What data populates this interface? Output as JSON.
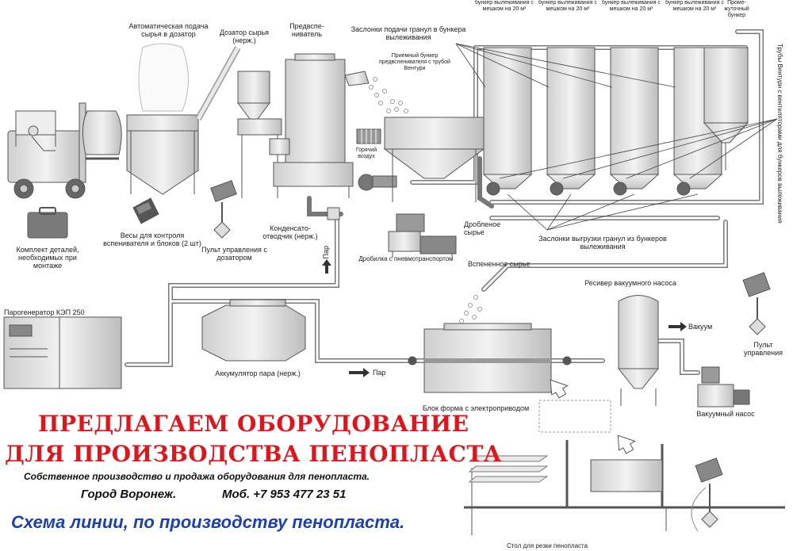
{
  "equipment_labels": {
    "auto_feed": "Автоматическая подача сырья в дозатор",
    "doser": "Дозатор сырья (нерж.)",
    "pre_expander": "Предвспе-ниватель",
    "intake_hopper": "Приемный бункер предвспенивателя с трубой Вентури",
    "hot_air": "Горячий воздух",
    "granule_valves": "Заслонки подачи гранул в бункера вылеживания",
    "bin1": "бункер вылеживания с мешком на 20 м³",
    "bin2": "бункер вылеживания с мешком на 20 м³",
    "bin3": "бункер вылеживания с мешком на 20 м³",
    "bin4": "бункер вылеживания с мешком на 20 м³",
    "intermediate_bin": "Проме-жуточный бункер",
    "venturi_pipes": "Трубы Вентури с вентиляторами для бункеров вылеживания",
    "scales": "Весы для контроля вспенивателя и блоков (2 шт)",
    "control_doser": "Пульт управления с дозатором",
    "condensate": "Конденсато-отводчик (нерж.)",
    "steam_up": "Пар",
    "crushed_raw": "Дробленое сырье",
    "crusher": "Дробилка с пневмотранспортом",
    "unload_valves": "Заслонки выгрузки гранул из бункеров вылеживания",
    "expanded_raw": "Вспененное сырье",
    "parts_kit": "Комплект деталей, необходимых при монтаже",
    "steam_gen": "Парогенератор КЭП 250",
    "accumulator": "Аккумулятор пара (нерж.)",
    "steam": "Пар",
    "receiver": "Ресивер вакуумного насоса",
    "vacuum": "Вакуум",
    "control_panel": "Пульт управления",
    "block_form": "Блок форма с электроприводом",
    "vacuum_pump": "Вакуумный насос",
    "cutting_table": "Стол для резки пенопласта"
  },
  "banner": {
    "line1": "ПРЕДЛАГАЕМ ОБОРУДОВАНИЕ",
    "line2": "ДЛЯ ПРОИЗВОДСТВА ПЕНОПЛАСТА",
    "tagline": "Собственное производство и продажа оборудования для пенопласта.",
    "city": "Город Воронеж.",
    "phone": "Моб. +7 953 477 23 51",
    "scheme_title": "Схема линии, по производству пенопласта."
  },
  "colors": {
    "headline": "#e0151b",
    "scheme_title": "#1b3fb8",
    "equipment_fill": "#e6e6e6",
    "outline": "#555555"
  }
}
